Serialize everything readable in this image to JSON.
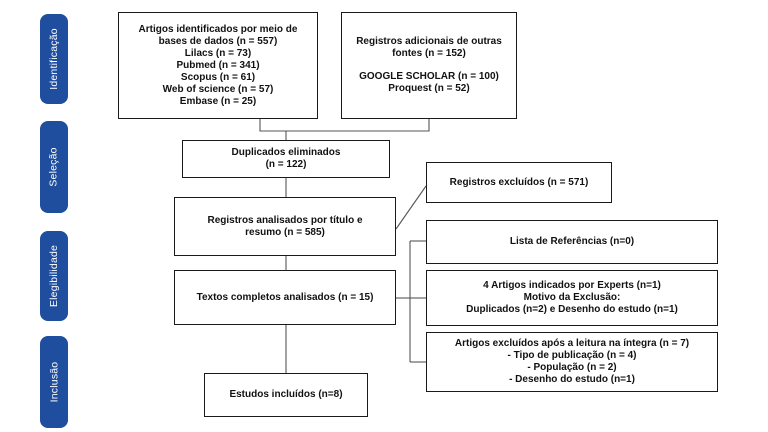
{
  "stage_color": "#1f4e9e",
  "stages": {
    "identificacao": "Identificação",
    "selecao": "Seleção",
    "elegibilidade": "Elegibilidade",
    "inclusao": "Inclusão"
  },
  "boxes": {
    "databases": {
      "lines": [
        "Artigos identificados por meio de",
        "bases de dados (n = 557)",
        "Lilacs (n = 73)",
        "Pubmed (n = 341)",
        "Scopus (n = 61)",
        "Web of science (n = 57)",
        "Embase (n = 25)"
      ]
    },
    "other_sources": {
      "lines": [
        "Registros adicionais de outras",
        "fontes (n = 152)"
      ],
      "extra": [
        "GOOGLE SCHOLAR  (n = 100)",
        "Proquest  (n = 52)"
      ]
    },
    "duplicates": {
      "lines": [
        "Duplicados eliminados",
        "(n = 122)"
      ]
    },
    "excluded_records": {
      "lines": [
        "Registros excluídos (n = 571)"
      ]
    },
    "screened": {
      "lines": [
        "Registros analisados por título e",
        "resumo (n = 585)"
      ]
    },
    "references": {
      "lines": [
        "Lista de Referências (n=0)"
      ]
    },
    "experts": {
      "lines": [
        "4 Artigos indicados por Experts (n=1)",
        "Motivo da Exclusão:",
        "Duplicados (n=2) e Desenho do estudo (n=1)"
      ]
    },
    "full_text": {
      "lines": [
        "Textos completos analisados (n = 15)"
      ]
    },
    "excluded_full": {
      "lines": [
        "Artigos excluídos após a leitura na íntegra (n = 7)",
        "- Tipo de publicação (n = 4)",
        "- População (n = 2)",
        "- Desenho do estudo (n=1)"
      ]
    },
    "included": {
      "lines": [
        "Estudos incluídos (n=8)"
      ]
    }
  }
}
